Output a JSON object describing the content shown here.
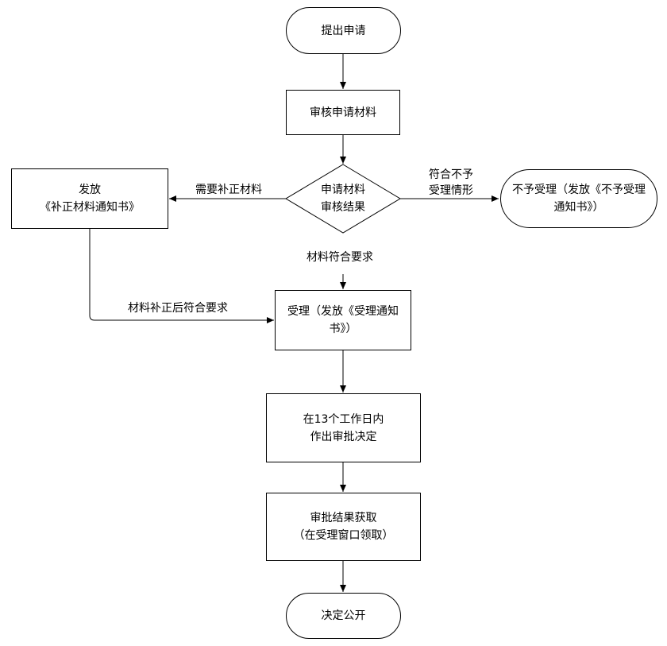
{
  "nodes": {
    "start": "提出申请",
    "review": "审核申请材料",
    "decision": [
      "申请材料",
      "审核结果"
    ],
    "notice_supplement": [
      "发放",
      "《补正材料通知书》"
    ],
    "reject": [
      "不予受理（发放《不予受理",
      "通知书》）"
    ],
    "accept": [
      "受理（发放《受理通知",
      "书》）"
    ],
    "approve": [
      "在13个工作日内",
      "作出审批决定"
    ],
    "obtain": [
      "审批结果获取",
      "（在受理窗口领取）"
    ],
    "publish": "决定公开"
  },
  "labels": {
    "need_supplement": "需要补正材料",
    "not_accepted": [
      "符合不予",
      "受理情形"
    ],
    "meets_requirements": "材料符合要求",
    "after_supplement": "材料补正后符合要求"
  },
  "colors": {
    "stroke": "#000000",
    "background": "#ffffff"
  }
}
